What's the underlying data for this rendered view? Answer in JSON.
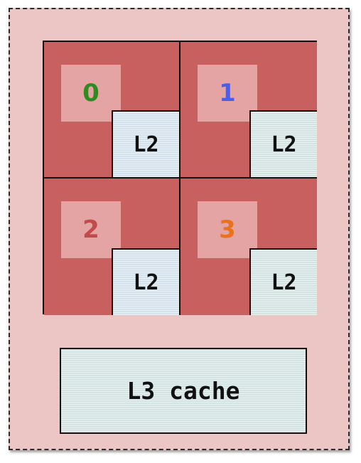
{
  "cores": [
    {
      "id": "0",
      "color": "#2e8b1f",
      "cache_label": "L2"
    },
    {
      "id": "1",
      "color": "#4a5ee8",
      "cache_label": "L2"
    },
    {
      "id": "2",
      "color": "#c14a4a",
      "cache_label": "L2"
    },
    {
      "id": "3",
      "color": "#e8721e",
      "cache_label": "L2"
    }
  ],
  "shared_cache": {
    "label": "L3 cache"
  },
  "colors": {
    "package_fill": "#ecc5c5",
    "core_fill": "#c86060",
    "core_id_fill": "#e5a4a4",
    "cache_fill": "#d2e3e2"
  }
}
